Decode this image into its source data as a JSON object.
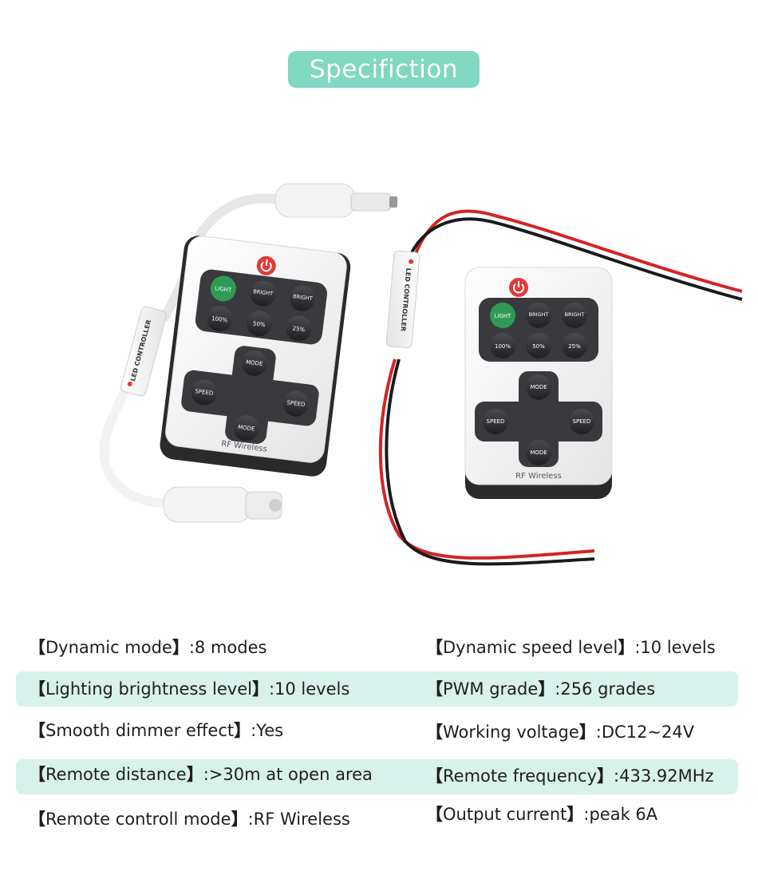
{
  "title": "Specifiction",
  "product": {
    "controller_label": "LED CONTROLLER",
    "remote_buttons": {
      "light": "LIGHT",
      "bright_up": "BRIGHT",
      "bright_down": "BRIGHT",
      "p100": "100%",
      "p50": "50%",
      "p25": "25%",
      "mode_up": "MODE",
      "mode_down": "MODE",
      "speed_down": "SPEED",
      "speed_up": "SPEED"
    },
    "remote_footer": "RF Wireless"
  },
  "specs": [
    {
      "label": "Dynamic mode",
      "value": ":8 modes"
    },
    {
      "label": "Dynamic speed level",
      "value": ":10 levels"
    },
    {
      "label": "Lighting brightness level",
      "value": ":10 levels"
    },
    {
      "label": "PWM grade",
      "value": ":256 grades"
    },
    {
      "label": "Smooth dimmer effect",
      "value": ":Yes"
    },
    {
      "label": "Working voltage",
      "value": ":DC12~24V"
    },
    {
      "label": "Remote distance",
      "value": ":>30m at open area"
    },
    {
      "label": "Remote frequency",
      "value": ":433.92MHz"
    },
    {
      "label": "Remote controll mode",
      "value": ":RF Wireless"
    },
    {
      "label": "Output current",
      "value": ":peak 6A"
    }
  ],
  "colors": {
    "accent": "#7fd8bf",
    "band": "#d7f2ea",
    "power_button": "#e03a3a",
    "light_button": "#2e9a55",
    "keypad": "#3a3a3e"
  }
}
